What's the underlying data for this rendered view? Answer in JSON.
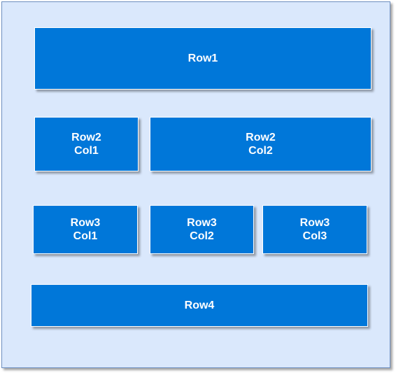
{
  "diagram": {
    "colors": {
      "frame_fill": "#dae8fc",
      "frame_border": "#6c8ebf",
      "cell_fill": "#0077d9",
      "cell_text": "#ffffff"
    },
    "rows": {
      "row1": {
        "label": "Row1"
      },
      "row2": {
        "col1": {
          "label": "Row2\nCol1"
        },
        "col2": {
          "label": "Row2\nCol2"
        }
      },
      "row3": {
        "col1": {
          "label": "Row3\nCol1"
        },
        "col2": {
          "label": "Row3\nCol2"
        },
        "col3": {
          "label": "Row3\nCol3"
        }
      },
      "row4": {
        "label": "Row4"
      }
    }
  }
}
